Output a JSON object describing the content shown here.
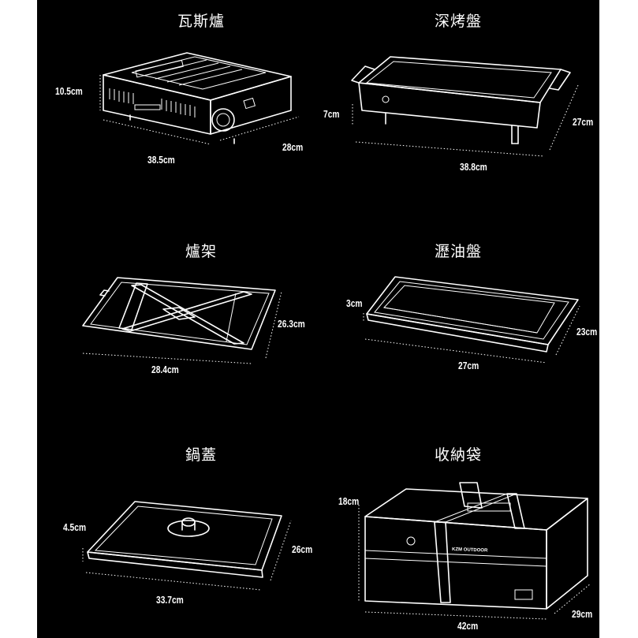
{
  "items": [
    {
      "title": "瓦斯爐",
      "dims": [
        "10.5cm",
        "38.5cm",
        "28cm"
      ]
    },
    {
      "title": "深烤盤",
      "dims": [
        "7cm",
        "38.8cm",
        "27cm"
      ]
    },
    {
      "title": "爐架",
      "dims": [
        "28.4cm",
        "26.3cm"
      ]
    },
    {
      "title": "瀝油盤",
      "dims": [
        "3cm",
        "27cm",
        "23cm"
      ]
    },
    {
      "title": "鍋蓋",
      "dims": [
        "4.5cm",
        "33.7cm",
        "26cm"
      ]
    },
    {
      "title": "收納袋",
      "dims": [
        "18cm",
        "42cm",
        "29cm"
      ]
    }
  ],
  "bag_brand": "KZM OUTDOOR"
}
